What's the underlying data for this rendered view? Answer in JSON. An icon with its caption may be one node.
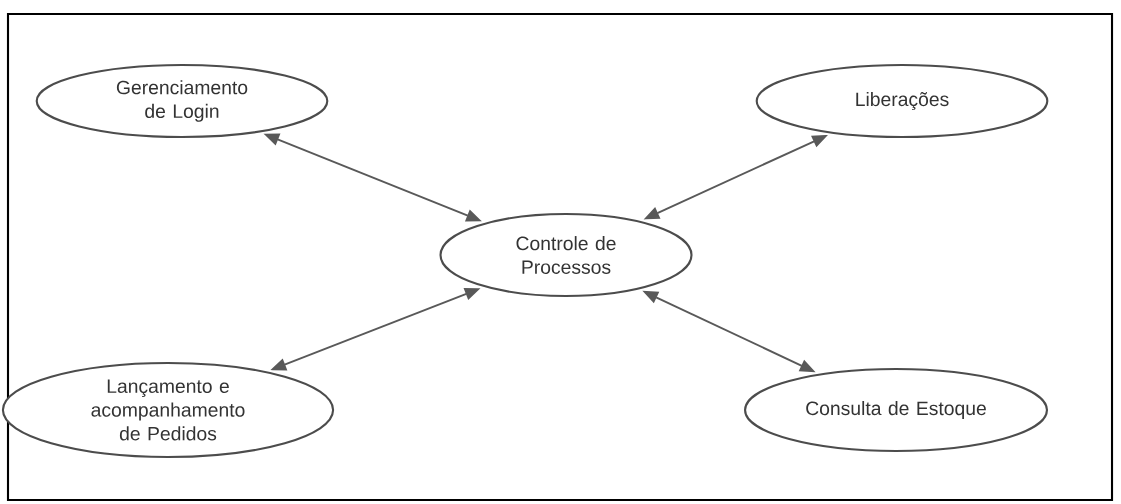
{
  "diagram": {
    "nodes": [
      {
        "text": [
          "Gerenciamento de Login"
        ]
      },
      {
        "text": [
          "Liberações"
        ]
      },
      {
        "text": [
          "Controle de Processos"
        ]
      },
      {
        "text": [
          "Lançamento e acompanhamento de Pedidos"
        ]
      },
      {
        "text": [
          "Consulta de Estoque"
        ]
      }
    ],
    "edges": [
      {
        "from": 0,
        "to": 2,
        "arrow": "both"
      },
      {
        "from": 1,
        "to": 2,
        "arrow": "both"
      },
      {
        "from": 3,
        "to": 2,
        "arrow": "both"
      },
      {
        "from": 4,
        "to": 2,
        "arrow": "both"
      }
    ]
  }
}
